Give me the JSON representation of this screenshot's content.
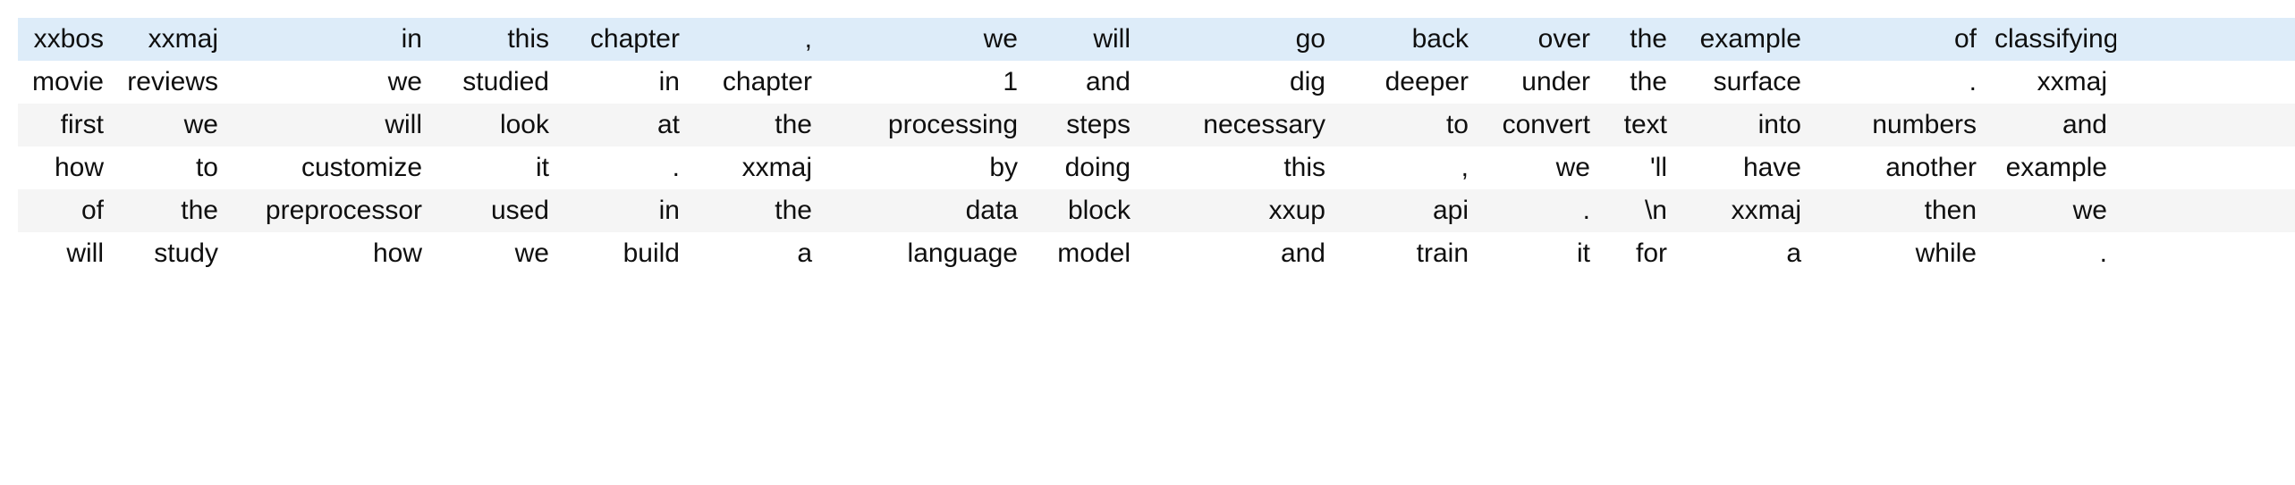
{
  "table": {
    "name": "tokenized-text-table",
    "column_count": 16,
    "row_count": 6,
    "cell_alignment": "right",
    "colors": {
      "highlight_row": "#ddecf9",
      "stripe_row": "#f5f5f5",
      "plain_row": "#ffffff",
      "text": "#0f0f0f",
      "page_background": "#ffffff"
    },
    "rows": [
      {
        "style": "highlight",
        "cells": [
          "xxbos",
          "xxmaj",
          "in",
          "this",
          "chapter",
          ",",
          "we",
          "will",
          "go",
          "back",
          "over",
          "the",
          "example",
          "of",
          "classifying",
          ""
        ]
      },
      {
        "style": "plain",
        "cells": [
          "movie",
          "reviews",
          "we",
          "studied",
          "in",
          "chapter",
          "1",
          "and",
          "dig",
          "deeper",
          "under",
          "the",
          "surface",
          ".",
          "xxmaj",
          ""
        ]
      },
      {
        "style": "stripe",
        "cells": [
          "first",
          "we",
          "will",
          "look",
          "at",
          "the",
          "processing",
          "steps",
          "necessary",
          "to",
          "convert",
          "text",
          "into",
          "numbers",
          "and",
          ""
        ]
      },
      {
        "style": "plain",
        "cells": [
          "how",
          "to",
          "customize",
          "it",
          ".",
          "xxmaj",
          "by",
          "doing",
          "this",
          ",",
          "we",
          "'ll",
          "have",
          "another",
          "example",
          ""
        ]
      },
      {
        "style": "stripe",
        "cells": [
          "of",
          "the",
          "preprocessor",
          "used",
          "in",
          "the",
          "data",
          "block",
          "xxup",
          "api",
          ".",
          "\\n",
          "xxmaj",
          "then",
          "we",
          ""
        ]
      },
      {
        "style": "plain",
        "cells": [
          "will",
          "study",
          "how",
          "we",
          "build",
          "a",
          "language",
          "model",
          "and",
          "train",
          "it",
          "for",
          "a",
          "while",
          ".",
          ""
        ]
      }
    ]
  }
}
